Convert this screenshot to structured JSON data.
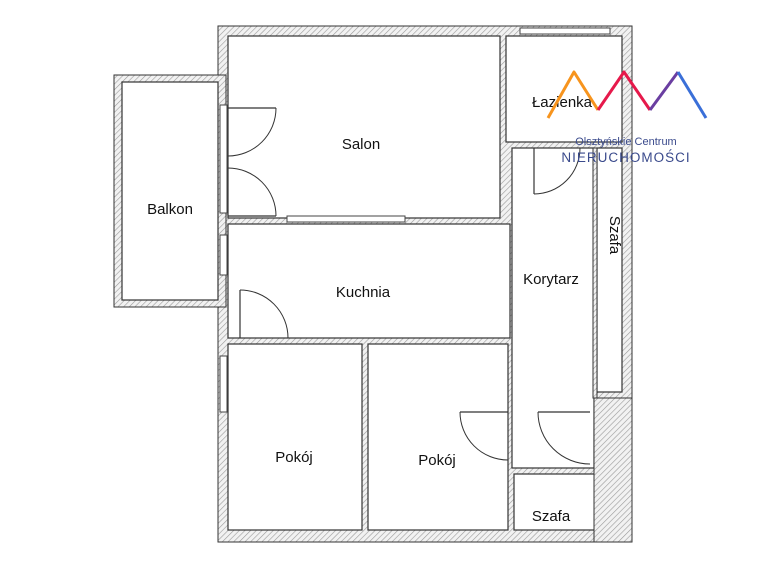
{
  "rooms": {
    "salon": "Salon",
    "lazienka": "Łazienka",
    "balkon": "Balkon",
    "kuchnia": "Kuchnia",
    "korytarz": "Korytarz",
    "szafa_side": "Szafa",
    "szafa_bottom": "Szafa",
    "pokoj_left": "Pokój",
    "pokoj_right": "Pokój"
  },
  "logo": {
    "line1": "Olsztyńskie Centrum",
    "line2": "NIERUCHOMOŚCI",
    "colors": [
      "#f7941d",
      "#e6194b",
      "#6a3ea1",
      "#3a6fd8"
    ]
  }
}
